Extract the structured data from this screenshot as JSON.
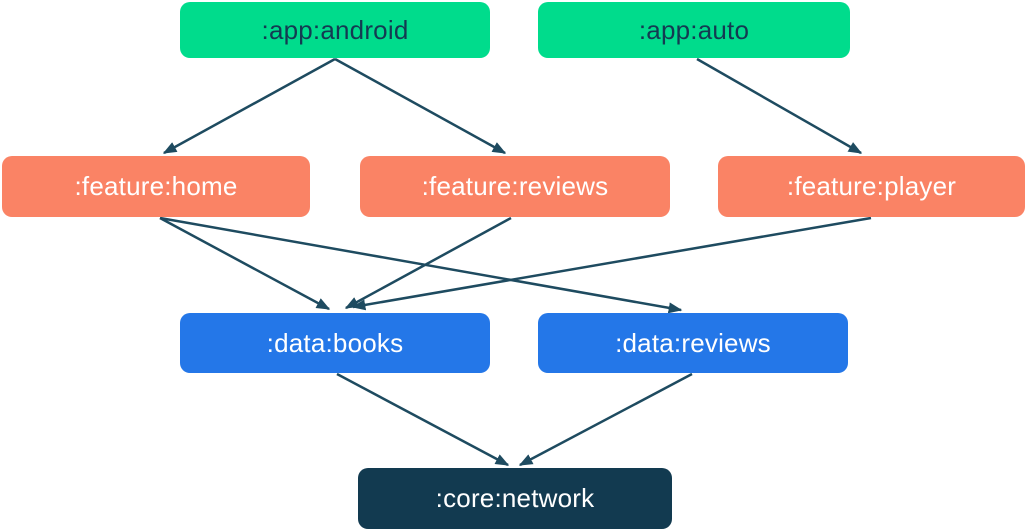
{
  "colors": {
    "background": "#FFFFFF",
    "green": "#00DC8C",
    "orange": "#FA8365",
    "blue": "#2477E8",
    "navy": "#123A50",
    "line": "#1E4B60",
    "text-dark": "#143A52",
    "text-light": "#FFFFFF"
  },
  "nodes": [
    {
      "id": "app-android",
      "label": ":app:android",
      "group": "app"
    },
    {
      "id": "app-auto",
      "label": ":app:auto",
      "group": "app"
    },
    {
      "id": "feature-home",
      "label": ":feature:home",
      "group": "feature"
    },
    {
      "id": "feature-reviews",
      "label": ":feature:reviews",
      "group": "feature"
    },
    {
      "id": "feature-player",
      "label": ":feature:player",
      "group": "feature"
    },
    {
      "id": "data-books",
      "label": ":data:books",
      "group": "data"
    },
    {
      "id": "data-reviews",
      "label": ":data:reviews",
      "group": "data"
    },
    {
      "id": "core-network",
      "label": ":core:network",
      "group": "core"
    }
  ],
  "edges": [
    {
      "from": "app-android",
      "to": "feature-home"
    },
    {
      "from": "app-android",
      "to": "feature-reviews"
    },
    {
      "from": "app-auto",
      "to": "feature-player"
    },
    {
      "from": "feature-home",
      "to": "data-books"
    },
    {
      "from": "feature-home",
      "to": "data-reviews"
    },
    {
      "from": "feature-reviews",
      "to": "data-books"
    },
    {
      "from": "feature-player",
      "to": "data-books"
    },
    {
      "from": "data-books",
      "to": "core-network"
    },
    {
      "from": "data-reviews",
      "to": "core-network"
    }
  ]
}
